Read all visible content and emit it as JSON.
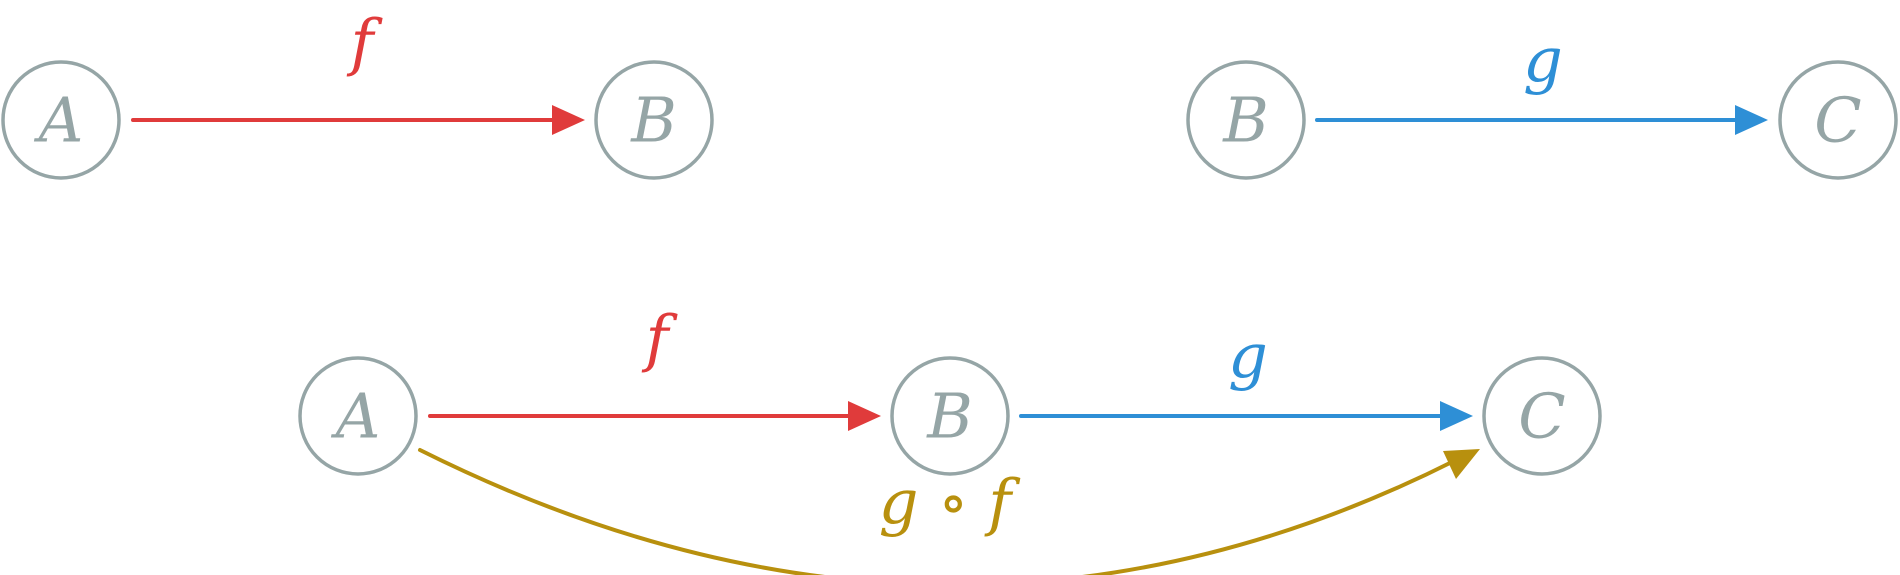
{
  "colors": {
    "node_stroke": "#95a5a6",
    "node_text": "#95a5a6",
    "f": "#e03b3b",
    "g": "#2e8fd6",
    "gf": "#b8900e"
  },
  "top_left": {
    "source": "A",
    "target": "B",
    "label": "f"
  },
  "top_right": {
    "source": "B",
    "target": "C",
    "label": "g"
  },
  "composite": {
    "node_a": "A",
    "node_b": "B",
    "node_c": "C",
    "f_label": "f",
    "g_label": "g",
    "gf_label": "g ∘ f"
  }
}
